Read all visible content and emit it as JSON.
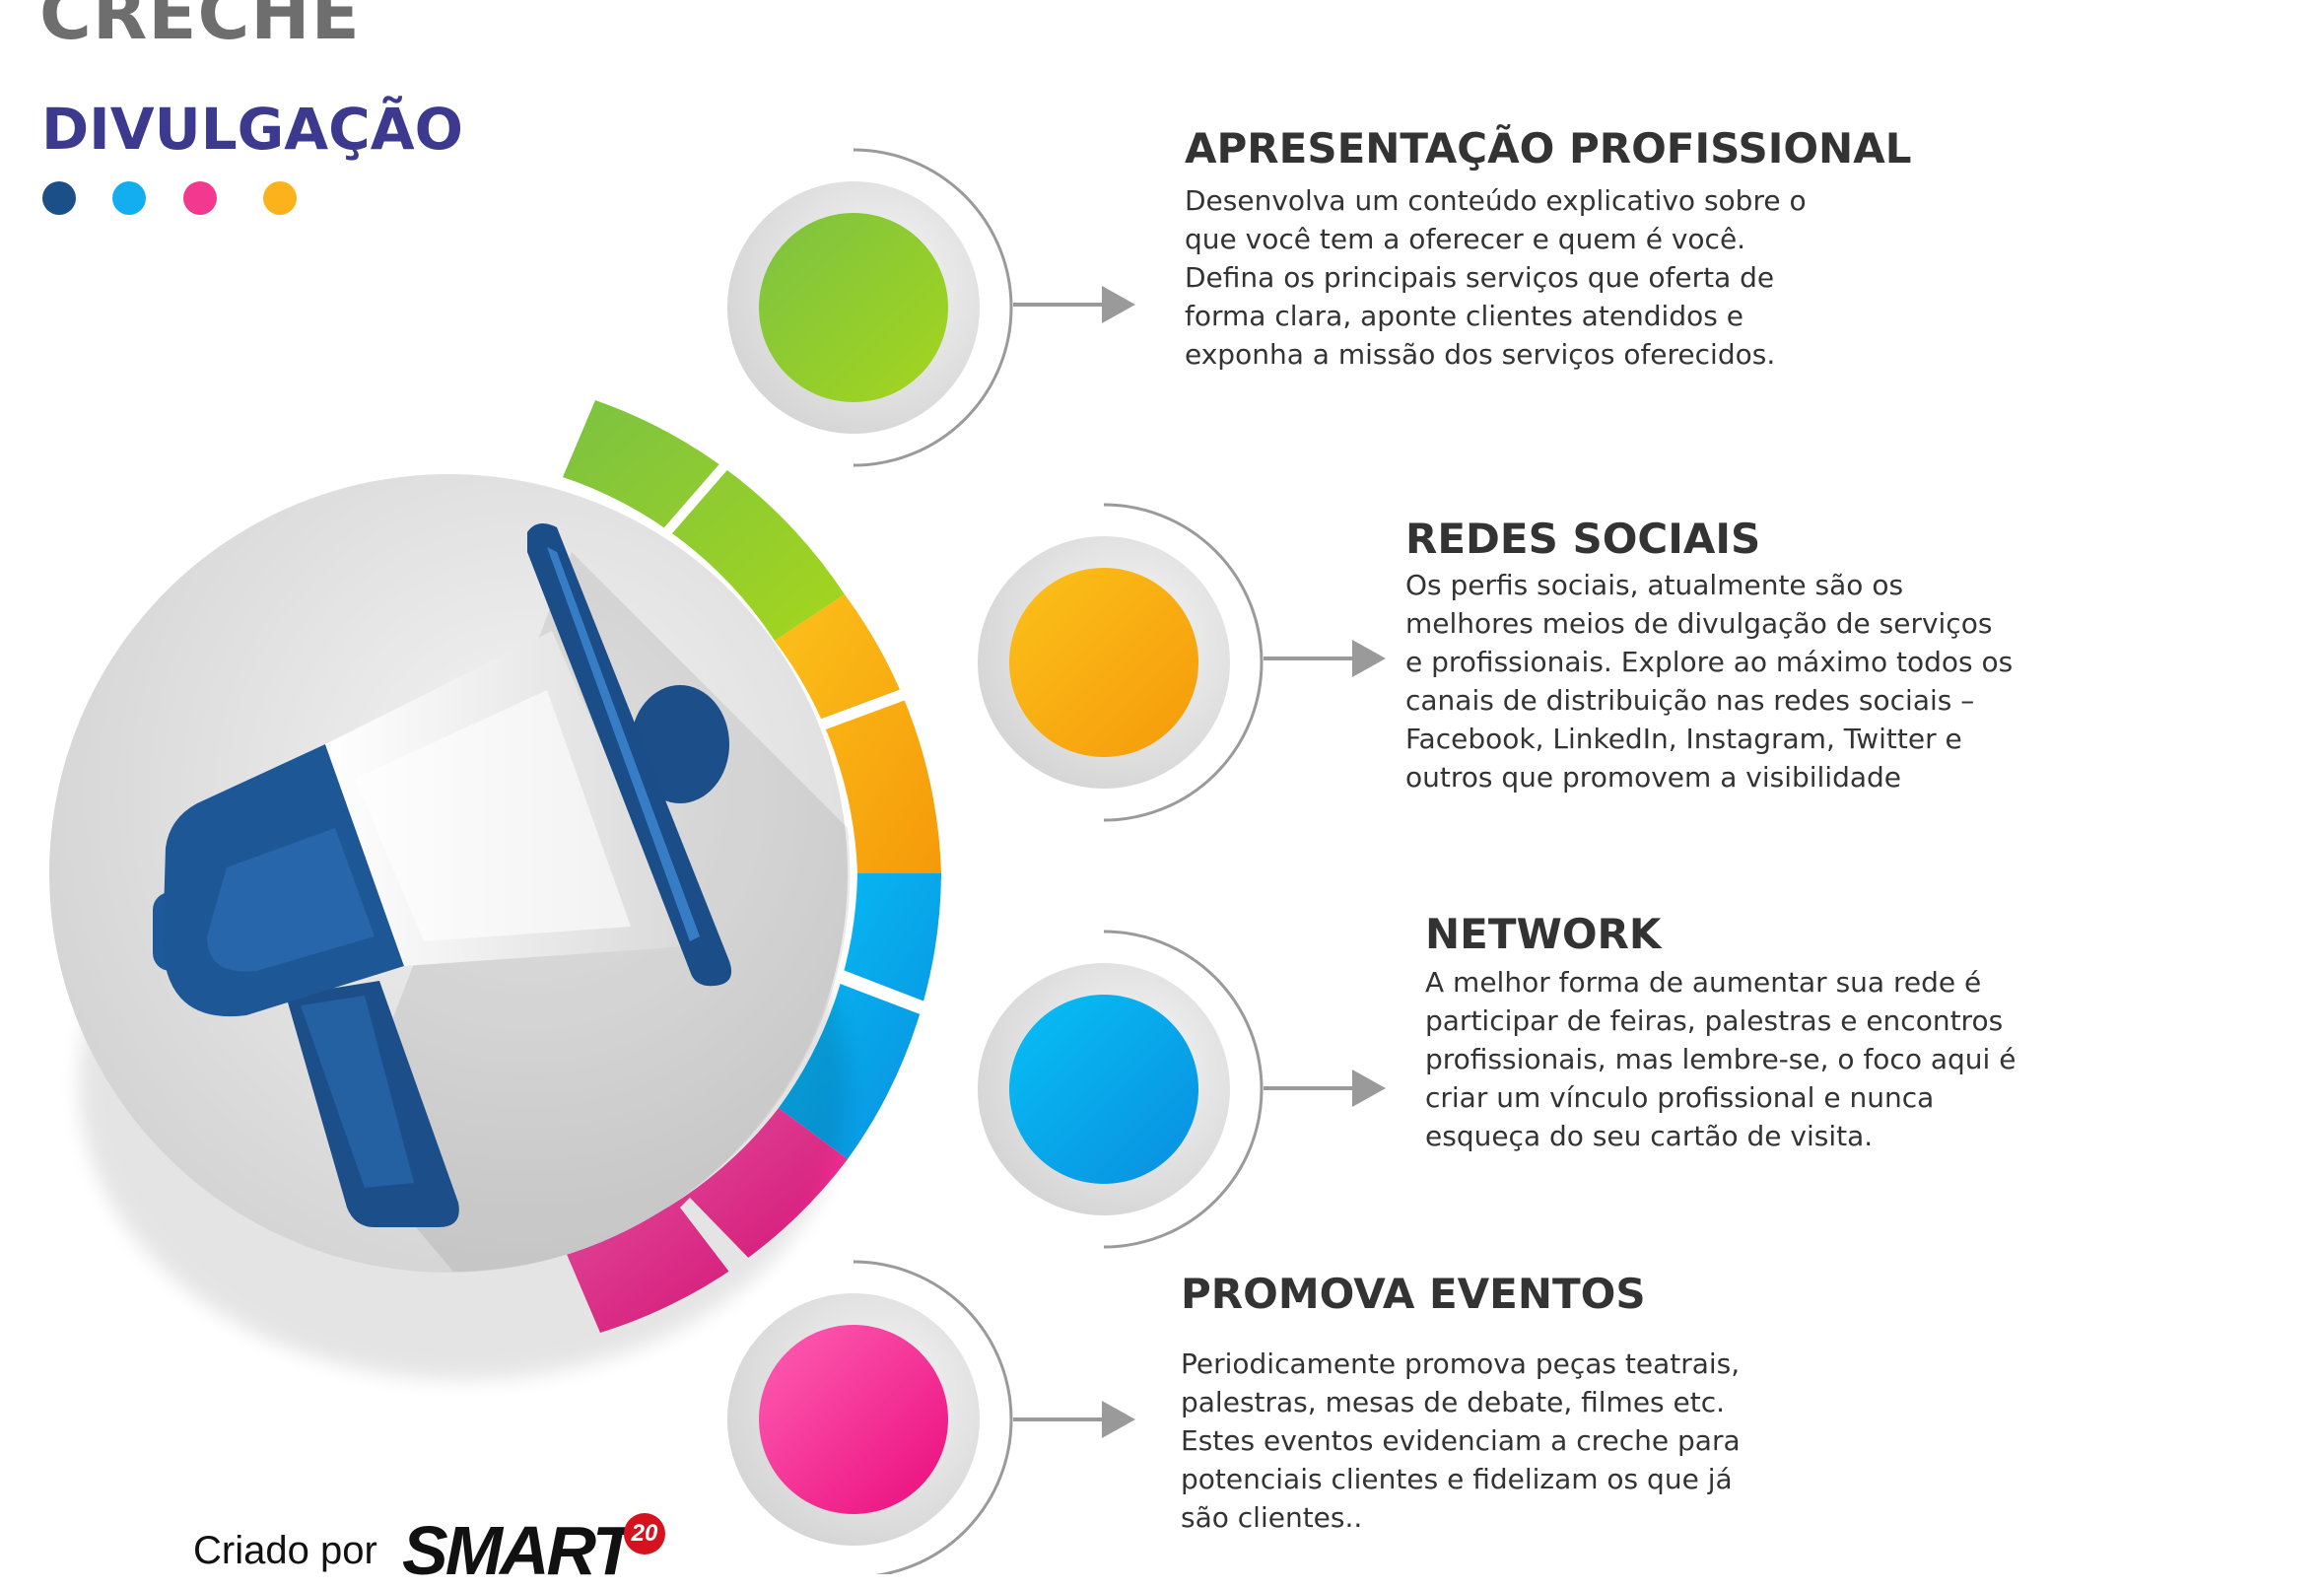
{
  "header": {
    "title": "CRECHE",
    "subtitle": "DIVULGAÇÃO",
    "dots": [
      "#1b4f87",
      "#12aef0",
      "#f2388f",
      "#fbb21b"
    ]
  },
  "sections": [
    {
      "title": "APRESENTAÇÃO PROFISSIONAL",
      "text": "Desenvolva um conteúdo explicativo sobre o que você tem a oferecer e quem é você. Defina os principais serviços que oferta de forma clara, aponte clientes atendidos e exponha a missão dos serviços oferecidos.",
      "color": "#8cc63f"
    },
    {
      "title": "REDES SOCIAIS",
      "text": "Os perfis sociais, atualmente são os melhores meios de divulgação de serviços e profissionais. Explore ao máximo todos os canais de distribuição nas redes sociais – Facebook, LinkedIn, Instagram, Twitter e outros que promovem a visibilidade",
      "color": "#fbb21b"
    },
    {
      "title": "NETWORK",
      "text": "A melhor forma de aumentar sua rede é participar de feiras, palestras e encontros profissionais, mas lembre-se, o foco aqui é criar um vínculo profissional e nunca esqueça do seu cartão de visita.",
      "color": "#12aef0"
    },
    {
      "title": "PROMOVA EVENTOS",
      "text": "Periodicamente promova peças teatrais, palestras, mesas de debate, filmes etc. Estes eventos evidenciam a creche para potenciais clientes e fidelizam os que já são clientes..",
      "color": "#f2388f"
    }
  ],
  "footer": {
    "credit_prefix": "Criado por",
    "brand": "SMART",
    "badge": "20"
  }
}
